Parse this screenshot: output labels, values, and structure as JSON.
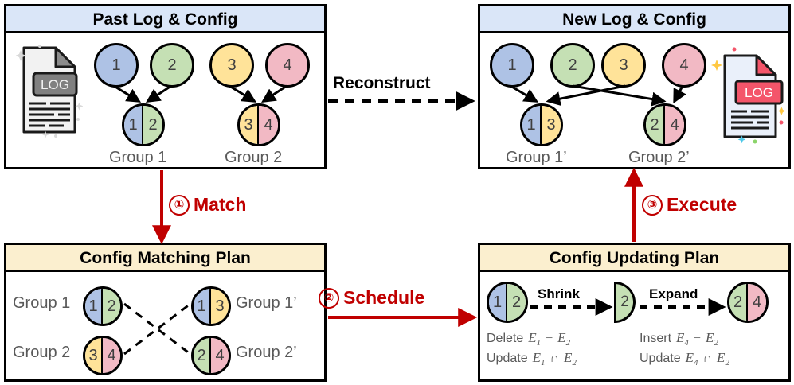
{
  "panels": {
    "past": {
      "title": "Past Log & Config",
      "doc_label": "LOG",
      "top_nodes": [
        {
          "id": "1",
          "color": "#aec2e5"
        },
        {
          "id": "2",
          "color": "#c5e0b4"
        },
        {
          "id": "3",
          "color": "#ffe399"
        },
        {
          "id": "4",
          "color": "#f2b9c4"
        }
      ],
      "groups": [
        {
          "label": "Group 1",
          "left": {
            "id": "1",
            "color": "#aec2e5"
          },
          "right": {
            "id": "2",
            "color": "#c5e0b4"
          }
        },
        {
          "label": "Group 2",
          "left": {
            "id": "3",
            "color": "#ffe399"
          },
          "right": {
            "id": "4",
            "color": "#f2b9c4"
          }
        }
      ]
    },
    "new": {
      "title": "New Log & Config",
      "doc_label": "LOG",
      "top_nodes": [
        {
          "id": "1",
          "color": "#aec2e5"
        },
        {
          "id": "2",
          "color": "#c5e0b4"
        },
        {
          "id": "3",
          "color": "#ffe399"
        },
        {
          "id": "4",
          "color": "#f2b9c4"
        }
      ],
      "groups": [
        {
          "label": "Group 1’",
          "left": {
            "id": "1",
            "color": "#aec2e5"
          },
          "right": {
            "id": "3",
            "color": "#ffe399"
          }
        },
        {
          "label": "Group 2’",
          "left": {
            "id": "2",
            "color": "#c5e0b4"
          },
          "right": {
            "id": "4",
            "color": "#f2b9c4"
          }
        }
      ]
    },
    "matching": {
      "title": "Config Matching Plan",
      "left_items": [
        {
          "label": "Group 1",
          "left": {
            "id": "1",
            "color": "#aec2e5"
          },
          "right": {
            "id": "2",
            "color": "#c5e0b4"
          }
        },
        {
          "label": "Group 2",
          "left": {
            "id": "3",
            "color": "#ffe399"
          },
          "right": {
            "id": "4",
            "color": "#f2b9c4"
          }
        }
      ],
      "right_items": [
        {
          "label": "Group 1’",
          "left": {
            "id": "1",
            "color": "#aec2e5"
          },
          "right": {
            "id": "3",
            "color": "#ffe399"
          }
        },
        {
          "label": "Group 2’",
          "left": {
            "id": "2",
            "color": "#c5e0b4"
          },
          "right": {
            "id": "4",
            "color": "#f2b9c4"
          }
        }
      ]
    },
    "updating": {
      "title": "Config Updating Plan",
      "start_node": {
        "left": {
          "id": "1",
          "color": "#aec2e5"
        },
        "right": {
          "id": "2",
          "color": "#c5e0b4"
        }
      },
      "mid_node": {
        "id": "2",
        "color": "#c5e0b4"
      },
      "end_node": {
        "left": {
          "id": "2",
          "color": "#c5e0b4"
        },
        "right": {
          "id": "4",
          "color": "#f2b9c4"
        }
      },
      "op_shrink": "Shrink",
      "op_expand": "Expand",
      "math": [
        {
          "verb": "Delete",
          "a": "E",
          "asub": "1",
          "op": "−",
          "b": "E",
          "bsub": "2"
        },
        {
          "verb": "Update",
          "a": "E",
          "asub": "1",
          "op": "∩",
          "b": "E",
          "bsub": "2"
        },
        {
          "verb": "Insert",
          "a": "E",
          "asub": "4",
          "op": "−",
          "b": "E",
          "bsub": "2"
        },
        {
          "verb": "Update",
          "a": "E",
          "asub": "4",
          "op": "∩",
          "b": "E",
          "bsub": "2"
        }
      ]
    }
  },
  "connectors": {
    "reconstruct": "Reconstruct",
    "match": {
      "num": "①",
      "label": "Match"
    },
    "schedule": {
      "num": "②",
      "label": "Schedule"
    },
    "execute": {
      "num": "③",
      "label": "Execute"
    }
  },
  "colors": {
    "accent_red": "#c00000",
    "title_blue": "#dae6f8",
    "title_cream": "#fbefcf",
    "node_blue": "#aec2e5",
    "node_green": "#c5e0b4",
    "node_yellow": "#ffe399",
    "node_pink": "#f2b9c4"
  }
}
